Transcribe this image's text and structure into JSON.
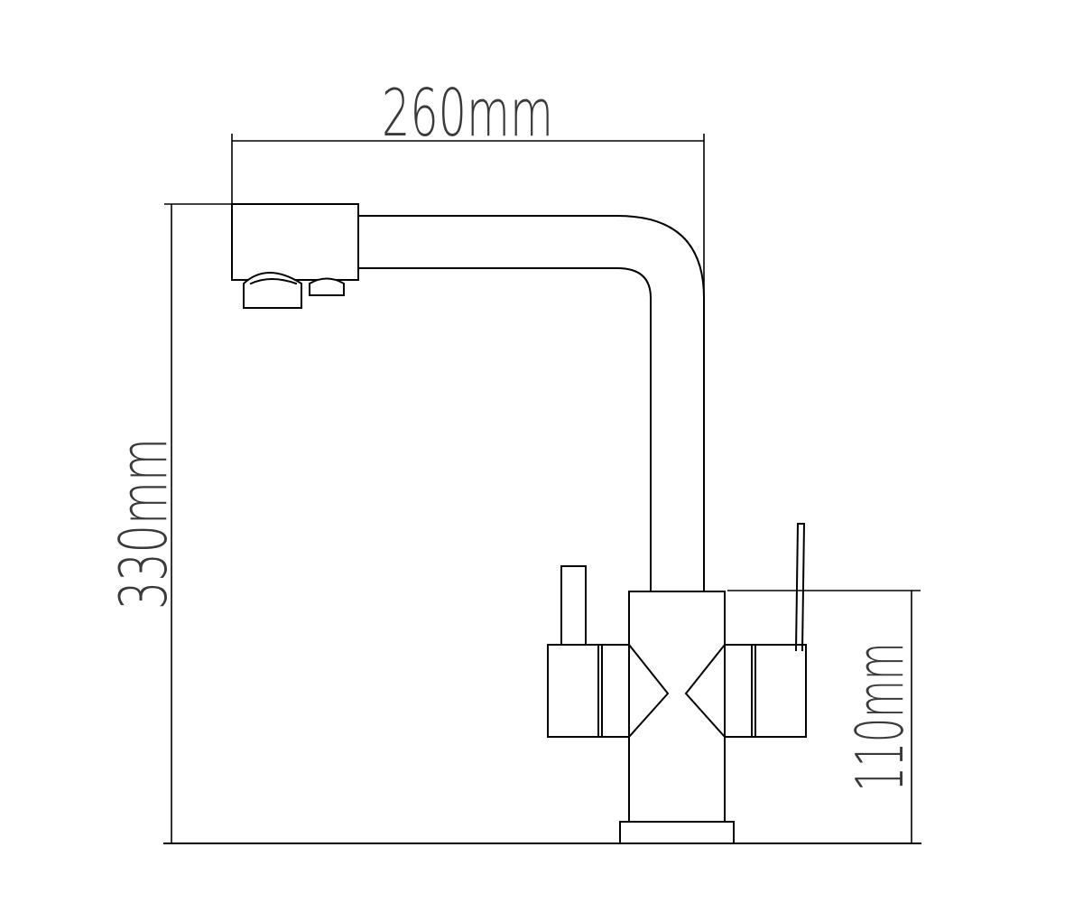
{
  "dimensions": {
    "width_label": "260mm",
    "height_label": "330mm",
    "base_height_label": "110mm"
  },
  "colors": {
    "line": "#000000",
    "label": "#3a3a3a",
    "background": "#ffffff"
  }
}
